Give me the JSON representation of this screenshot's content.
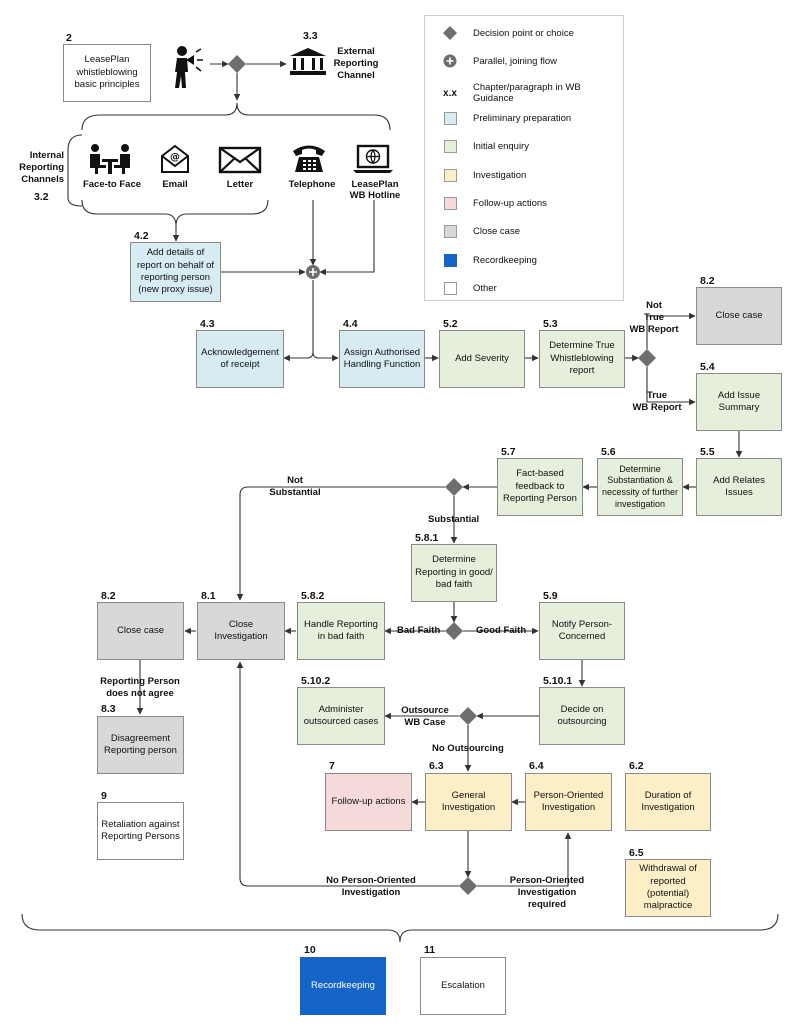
{
  "colors": {
    "preparation": "#d6ebf2",
    "enquiry": "#e6eedc",
    "investigation": "#fcefc7",
    "followup": "#f6dada",
    "close": "#d8d8d8",
    "recordkeeping": "#1565c8",
    "other": "#ffffff",
    "line": "#333333",
    "diamond": "#6e6e6e"
  },
  "legend": [
    {
      "icon": "diamond-icon",
      "label": "Decision point or choice"
    },
    {
      "icon": "plus-circle-icon",
      "label": "Parallel, joining flow"
    },
    {
      "icon": "xx-text",
      "symbol": "x.x",
      "label": "Chapter/paragraph in WB Guidance"
    },
    {
      "icon": "swatch-preparation",
      "label": "Preliminary preparation"
    },
    {
      "icon": "swatch-enquiry",
      "label": "Initial enquiry"
    },
    {
      "icon": "swatch-investigation",
      "label": "Investigation"
    },
    {
      "icon": "swatch-followup",
      "label": "Follow-up actions"
    },
    {
      "icon": "swatch-close",
      "label": "Close case"
    },
    {
      "icon": "swatch-recordkeeping",
      "label": "Recordkeeping"
    },
    {
      "icon": "swatch-other",
      "label": "Other"
    }
  ],
  "top": {
    "principles": {
      "num": "2",
      "text": "LeasePlan whistleblowing basic principles"
    },
    "external": {
      "num": "3.3",
      "label": "External\nReporting\nChannel"
    },
    "internal": {
      "num": "3.2",
      "label": "Internal\nReporting\nChannels"
    }
  },
  "channels": [
    {
      "icon": "meeting-people-icon",
      "label": "Face-to Face"
    },
    {
      "icon": "email-icon",
      "label": "Email"
    },
    {
      "icon": "envelope-icon",
      "label": "Letter"
    },
    {
      "icon": "telephone-icon",
      "label": "Telephone"
    },
    {
      "icon": "laptop-globe-icon",
      "label": "LeasePlan\nWB Hotline"
    }
  ],
  "boxes": {
    "proxy": {
      "num": "4.2",
      "text": "Add details of report on behalf of reporting person (new proxy issue)"
    },
    "ack": {
      "num": "4.3",
      "text": "Acknowledgement of receipt"
    },
    "assign": {
      "num": "4.4",
      "text": "Assign Authorised Handling Function"
    },
    "severity": {
      "num": "5.2",
      "text": "Add Severity"
    },
    "determine_true": {
      "num": "5.3",
      "text": "Determine True Whistleblowing report"
    },
    "close_top": {
      "num": "8.2",
      "text": "Close case"
    },
    "summary": {
      "num": "5.4",
      "text": "Add Issue Summary"
    },
    "relates": {
      "num": "5.5",
      "text": "Add Relates Issues"
    },
    "substantiation": {
      "num": "5.6",
      "text": "Determine Substantiation & necessity of further investigation"
    },
    "feedback": {
      "num": "5.7",
      "text": "Fact-based feedback to Reporting Person"
    },
    "good_faith": {
      "num": "5.8.1",
      "text": "Determine Reporting in good/ bad faith"
    },
    "bad_faith": {
      "num": "5.8.2",
      "text": "Handle Reporting in bad faith"
    },
    "close_invest": {
      "num": "8.1",
      "text": "Close Investigation"
    },
    "close_left": {
      "num": "8.2",
      "text": "Close case"
    },
    "notify": {
      "num": "5.9",
      "text": "Notify Person-Concerned"
    },
    "outsourcing": {
      "num": "5.10.1",
      "text": "Decide on outsourcing"
    },
    "administer": {
      "num": "5.10.2",
      "text": "Administer outsourced cases"
    },
    "followup": {
      "num": "7",
      "text": "Follow-up actions"
    },
    "general": {
      "num": "6.3",
      "text": "General Investigation"
    },
    "person_oriented": {
      "num": "6.4",
      "text": "Person-Oriented Investigation"
    },
    "duration": {
      "num": "6.2",
      "text": "Duration of Investigation"
    },
    "withdrawal": {
      "num": "6.5",
      "text": "Withdrawal of reported (potential) malpractice"
    },
    "disagreement": {
      "num": "8.3",
      "text": "Disagreement Reporting person"
    },
    "retaliation": {
      "num": "9",
      "text": "Retaliation against Reporting Persons"
    },
    "recordkeeping": {
      "num": "10",
      "text": "Recordkeeping"
    },
    "escalation": {
      "num": "11",
      "text": "Escalation"
    }
  },
  "edge_labels": {
    "not_true": "Not\nTrue\nWB Report",
    "true": "True\nWB Report",
    "not_substantial": "Not\nSubstantial",
    "substantial": "Substantial",
    "bad_faith": "Bad Faith",
    "good_faith": "Good Faith",
    "not_agree": "Reporting Person\ndoes not agree",
    "outsource": "Outsource\nWB Case",
    "no_outsourcing": "No Outsourcing",
    "no_person": "No Person-Oriented\nInvestigation",
    "person_required": "Person-Oriented\nInvestigation\nrequired"
  }
}
